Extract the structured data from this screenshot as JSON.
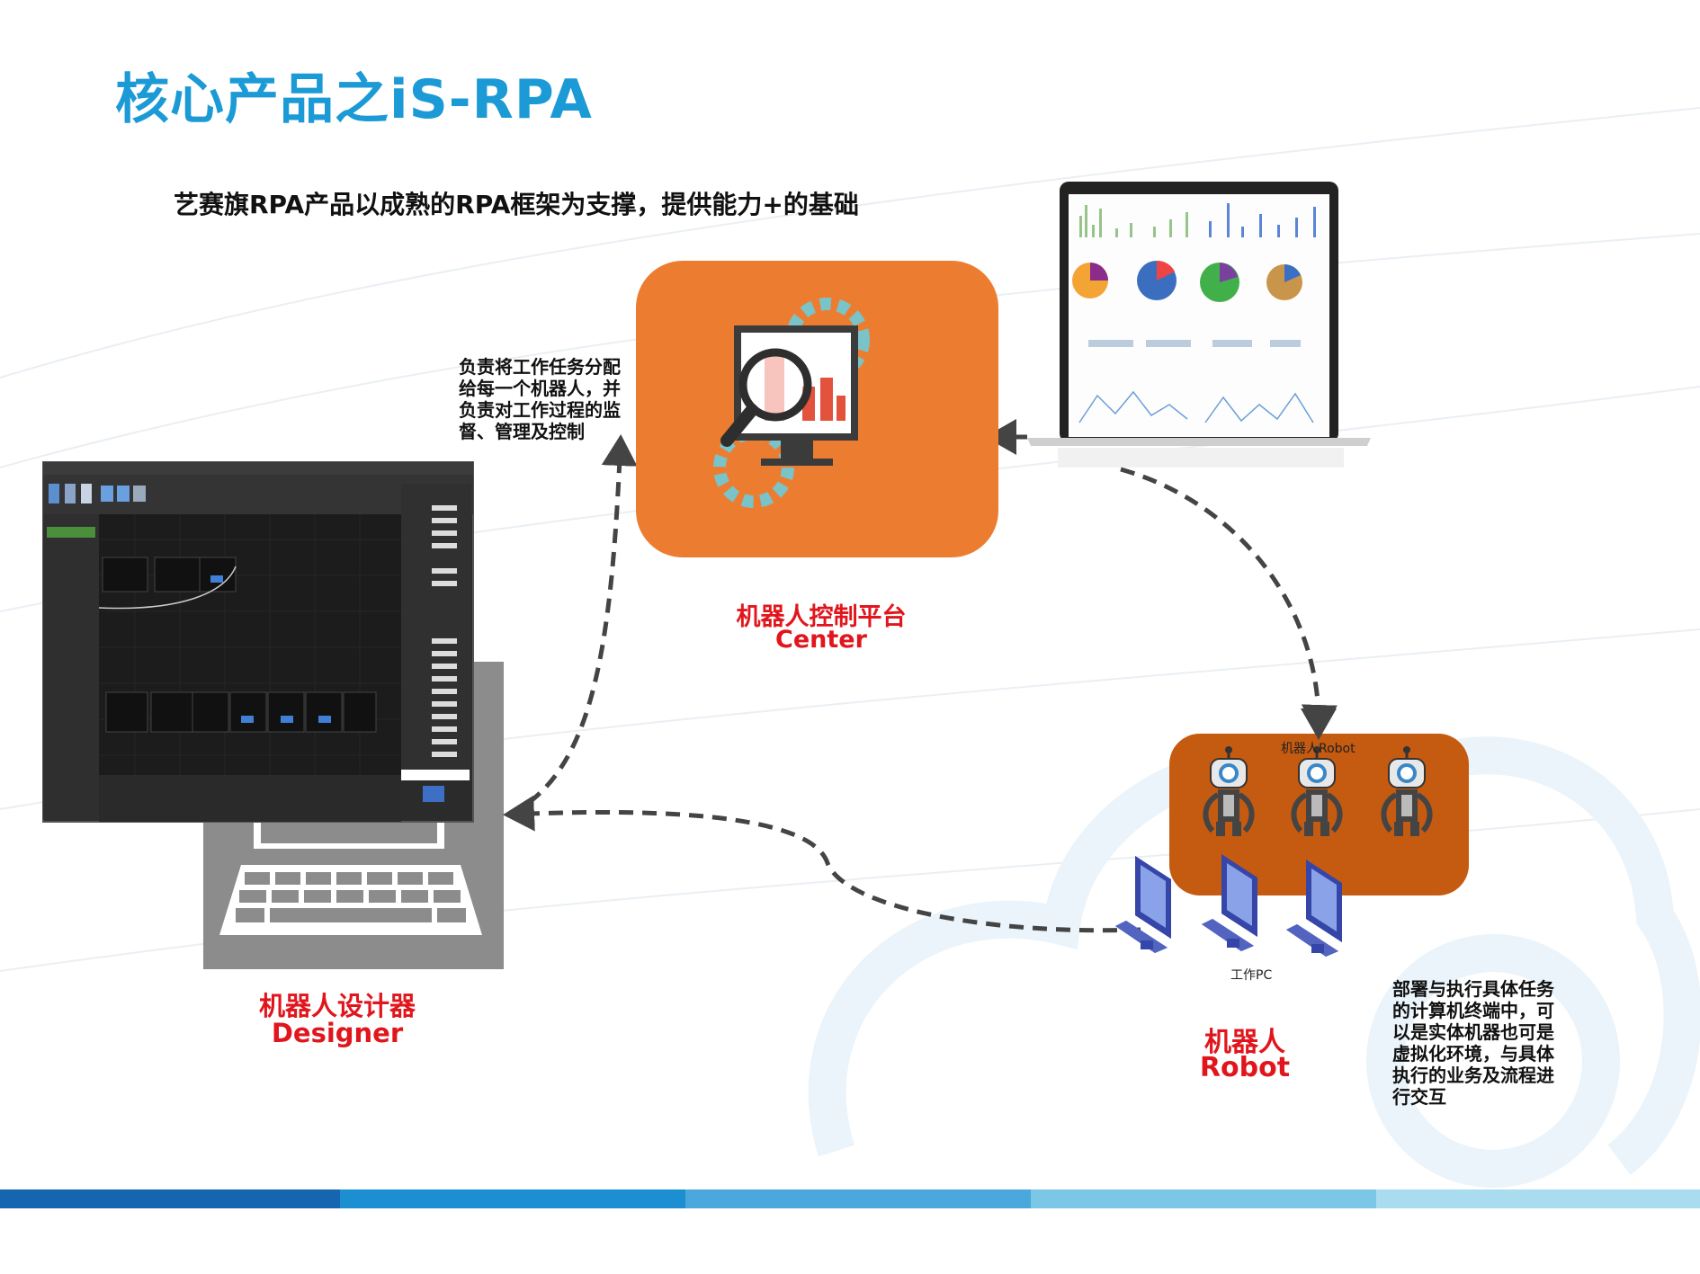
{
  "title": "核心产品之iS-RPA",
  "subtitle": "艺赛旗RPA产品以成熟的RPA框架为支撑，提供能力+的基础",
  "center": {
    "name_cn": "机器人控制平台",
    "name_en": "Center",
    "description": "负责将工作任务分配给每一个机器人，并负责对工作过程的监督、管理及控制"
  },
  "designer": {
    "name_cn": "机器人设计器",
    "name_en": "Designer"
  },
  "robot": {
    "name_cn": "机器人",
    "name_en": "Robot",
    "panel_label": "机器人Robot",
    "pc_label": "工作PC",
    "description": "部署与执行具体任务的计算机终端中，可以是实体机器也可是虚拟化环境，与具体执行的业务及流程进行交互"
  },
  "colors": {
    "title": "#1b9ad6",
    "label_red": "#e1161d",
    "center_panel": "#ec7d30",
    "robot_panel": "#c55a11",
    "bottom_bar": [
      "#1565b0",
      "#1b8fd2",
      "#4aa8dc",
      "#7cc6e6",
      "#a9dcef"
    ]
  }
}
